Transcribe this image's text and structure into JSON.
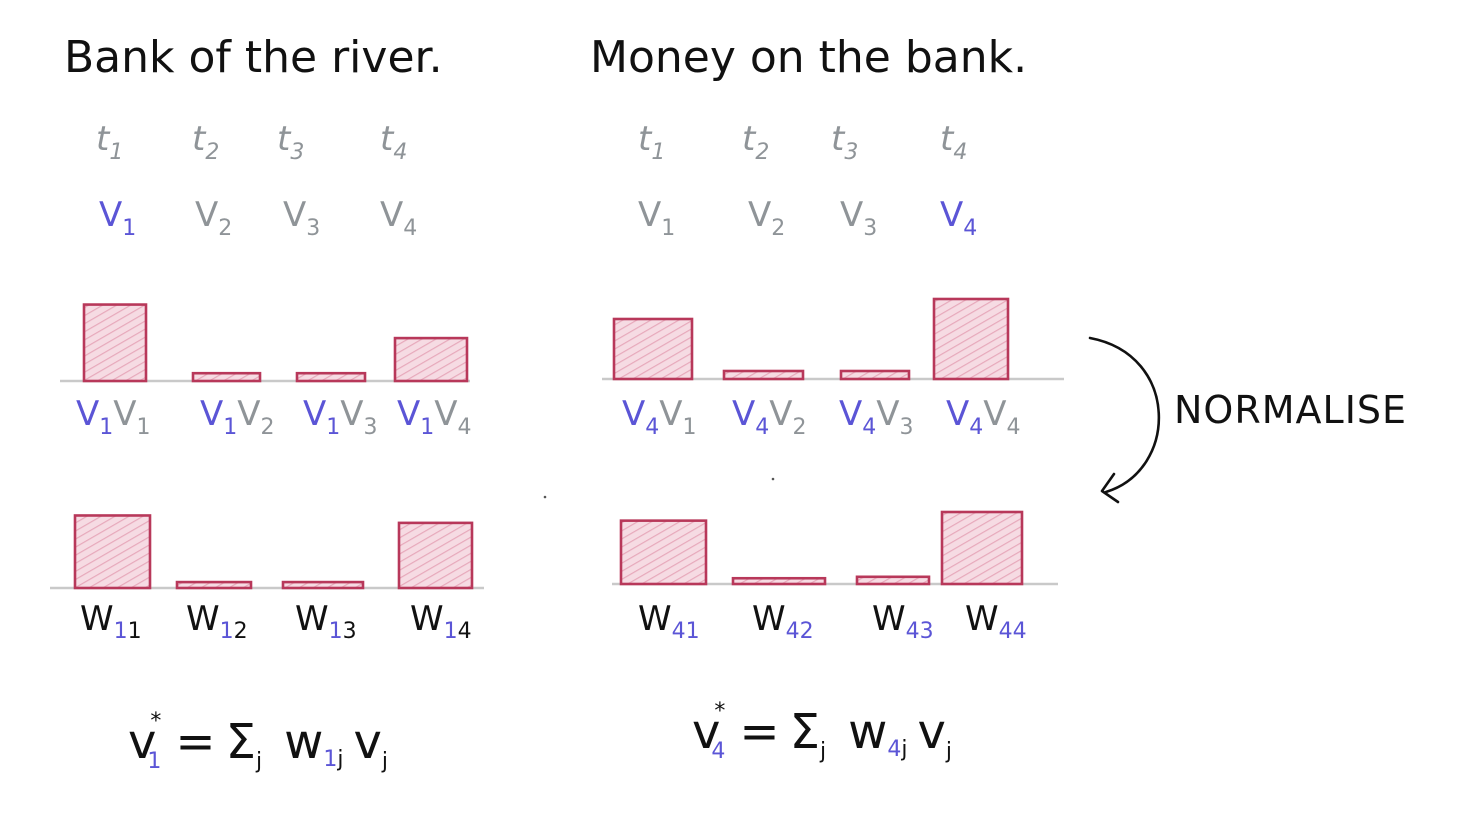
{
  "colors": {
    "ink": "#111111",
    "grey": "#8f9498",
    "accent": "#5b55d6",
    "bar_stroke": "#b8385a",
    "bar_fill": "#f1c6d2",
    "baseline": "#c9c9c9"
  },
  "normalise_label": "NORMALISE",
  "panels": [
    {
      "title": "Bank of the river.",
      "tokens": [
        "t",
        "t",
        "t",
        "t"
      ],
      "token_subs": [
        "1",
        "2",
        "3",
        "4"
      ],
      "values": [
        "V",
        "V",
        "V",
        "V"
      ],
      "value_subs": [
        "1",
        "2",
        "3",
        "4"
      ],
      "query_index": 0,
      "scores": [
        {
          "a": "V",
          "a_sub": "1",
          "b": "V",
          "b_sub": "1",
          "level": 0.98
        },
        {
          "a": "V",
          "a_sub": "1",
          "b": "V",
          "b_sub": "2",
          "level": 0.1
        },
        {
          "a": "V",
          "a_sub": "1",
          "b": "V",
          "b_sub": "3",
          "level": 0.1
        },
        {
          "a": "V",
          "a_sub": "1",
          "b": "V",
          "b_sub": "4",
          "level": 0.55
        }
      ],
      "weights": [
        {
          "w": "W",
          "i": "1",
          "j": "1",
          "level": 0.98
        },
        {
          "w": "W",
          "i": "1",
          "j": "2",
          "level": 0.08
        },
        {
          "w": "W",
          "i": "1",
          "j": "3",
          "level": 0.08
        },
        {
          "w": "W",
          "i": "1",
          "j": "4",
          "level": 0.88
        }
      ],
      "formula": {
        "lhs": "v",
        "lhs_sub": "1",
        "star": "*",
        "eq": "=",
        "sum": "Σ",
        "sum_sub": "j",
        "w": "w",
        "w_i": "1",
        "w_j": "j",
        "v": "v",
        "v_sub": "j"
      }
    },
    {
      "title": "Money on the bank.",
      "tokens": [
        "t",
        "t",
        "t",
        "t"
      ],
      "token_subs": [
        "1",
        "2",
        "3",
        "4"
      ],
      "values": [
        "V",
        "V",
        "V",
        "V"
      ],
      "value_subs": [
        "1",
        "2",
        "3",
        "4"
      ],
      "query_index": 3,
      "scores": [
        {
          "a": "V",
          "a_sub": "4",
          "b": "V",
          "b_sub": "1",
          "level": 0.75
        },
        {
          "a": "V",
          "a_sub": "4",
          "b": "V",
          "b_sub": "2",
          "level": 0.1
        },
        {
          "a": "V",
          "a_sub": "4",
          "b": "V",
          "b_sub": "3",
          "level": 0.1
        },
        {
          "a": "V",
          "a_sub": "4",
          "b": "V",
          "b_sub": "4",
          "level": 1.0
        }
      ],
      "weights": [
        {
          "w": "W",
          "i": "4",
          "j": "1",
          "level": 0.88
        },
        {
          "w": "W",
          "i": "4",
          "j": "2",
          "level": 0.08
        },
        {
          "w": "W",
          "i": "4",
          "j": "3",
          "level": 0.1
        },
        {
          "w": "W",
          "i": "4",
          "j": "4",
          "level": 1.0
        }
      ],
      "formula": {
        "lhs": "v",
        "lhs_sub": "4",
        "star": "*",
        "eq": "=",
        "sum": "Σ",
        "sum_sub": "j",
        "w": "w",
        "w_i": "4",
        "w_j": "j",
        "v": "v",
        "v_sub": "j"
      }
    }
  ]
}
